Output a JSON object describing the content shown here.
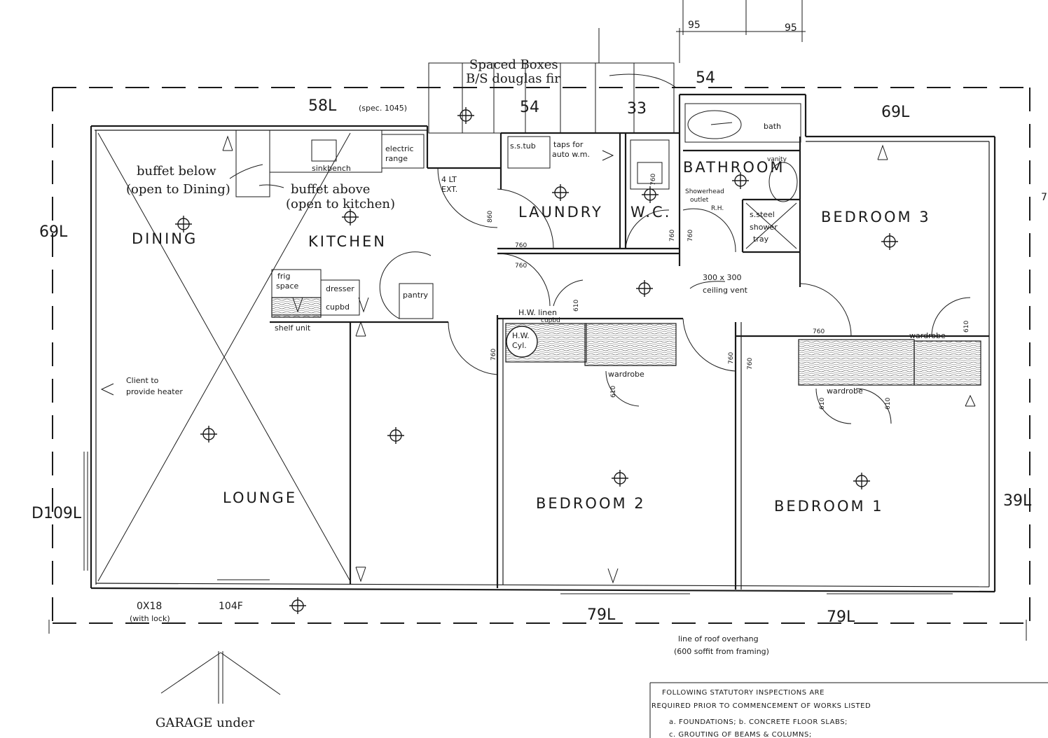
{
  "rooms": {
    "dining": "DINING",
    "kitchen": "KITCHEN",
    "lounge": "LOUNGE",
    "laundry": "LAUNDRY",
    "wc": "W.C.",
    "bathroom": "BATHROOM",
    "bedroom1": "BEDROOM 1",
    "bedroom2": "BEDROOM 2",
    "bedroom3": "BEDROOM 3"
  },
  "labels": {
    "buffet_below": "buffet below",
    "open_to_dining": "(open to Dining)",
    "buffet_above": "buffet above",
    "open_to_kitchen": "(open to kitchen)",
    "sinkbench": "sinkbench",
    "electric_range_1": "electric",
    "electric_range_2": "range",
    "frig_space_1": "frig",
    "frig_space_2": "space",
    "dresser": "dresser",
    "cupbd": "cupbd",
    "shelf_unit": "shelf unit",
    "pantry": "pantry",
    "four_lt_ext_1": "4 LT",
    "four_lt_ext_2": "EXT.",
    "ss_tub": "s.s.tub",
    "taps_for_1": "taps for",
    "taps_for_2": "auto w.m.",
    "vanity": "vanity",
    "bath": "bath",
    "showerhead_1": "Showerhead",
    "showerhead_2": "outlet",
    "rh": "R.H.",
    "shower_1": "s.steel",
    "shower_2": "shower",
    "shower_3": "tray",
    "ceiling_vent_1": "300 x 300",
    "ceiling_vent_2": "ceiling vent",
    "hw_linen_1": "H.W. linen",
    "hw_linen_2": "cupbd",
    "hw_cyl_1": "H.W.",
    "hw_cyl_2": "Cyl.",
    "wardrobe": "wardrobe",
    "wardrobe_b1": "wardrobe",
    "wardrobe_b3": "wardrobe",
    "client_heater_1": "Client to",
    "client_heater_2": "provide heater",
    "ox18": "0X18",
    "with_lock": "(with lock)",
    "w104f": "104F",
    "roof_overhang_1": "line of roof overhang",
    "roof_overhang_2": "(600 soffit from framing)",
    "garage_under": "GARAGE under",
    "spaced_boxes_1": "Spaced Boxes",
    "spaced_boxes_2": "B/S douglas fir"
  },
  "dimensions": {
    "w58l": "58L",
    "w58l_spec": "(spec. 1045)",
    "w54_top": "54",
    "w54_stair": "54",
    "w33": "33",
    "w95a": "95",
    "w95b": "95",
    "w69l_top": "69L",
    "w69l_left": "69L",
    "d109l": "D109L",
    "w39l": "39L",
    "w79l_a": "79L",
    "w79l_b": "79L",
    "door760": "760",
    "door860": "860",
    "door610": "610",
    "num7": "7"
  },
  "notes": {
    "line1": "FOLLOWING STATUTORY INSPECTIONS ARE",
    "line2": "REQUIRED PRIOR TO COMMENCEMENT OF WORKS LISTED",
    "line3": "a. FOUNDATIONS; b. CONCRETE FLOOR SLABS;",
    "line4": "c. GROUTING OF BEAMS & COLUMNS;"
  },
  "icons": [
    "light-fitting-icon",
    "section-arrow-icon",
    "north-arrow-icon"
  ]
}
